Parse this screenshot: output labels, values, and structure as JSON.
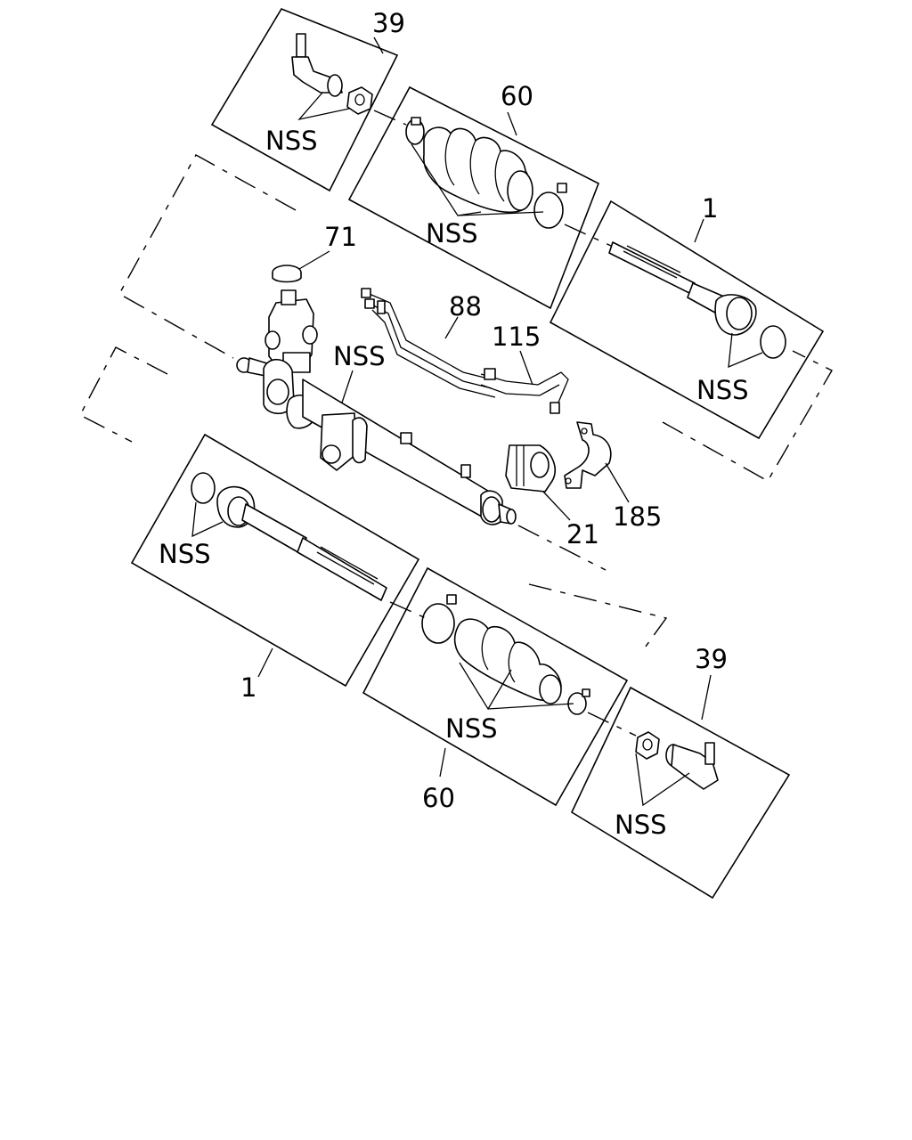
{
  "callouts": {
    "tie_rod_end_upper": "39",
    "boot_kit_upper": "60",
    "inner_tie_rod_upper": "1",
    "cap": "71",
    "pipe_88": "88",
    "pipe_115": "115",
    "rack_housing": "NSS",
    "bushing": "21",
    "clamp_bracket": "185",
    "inner_tie_rod_lower": "1",
    "boot_kit_lower": "60",
    "tie_rod_end_lower": "39"
  },
  "nss_labels": {
    "upper_tie_rod_end": "NSS",
    "upper_boot": "NSS",
    "upper_inner_rod": "NSS",
    "lower_inner_rod": "NSS",
    "lower_boot": "NSS",
    "lower_tie_rod_end": "NSS"
  }
}
